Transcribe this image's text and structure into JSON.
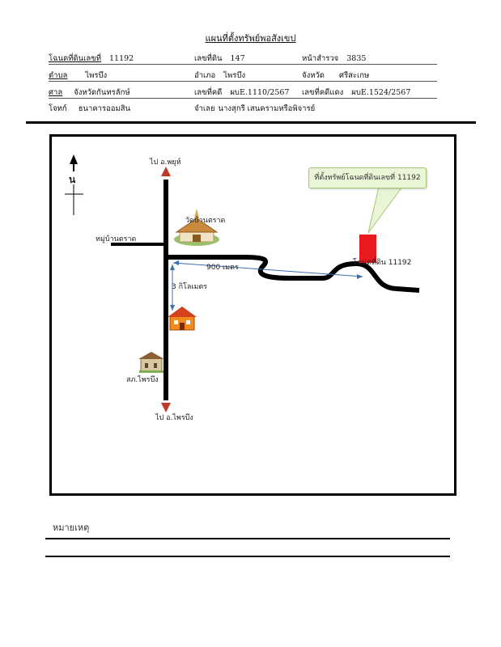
{
  "title": "แผนที่ตั้งทรัพย์พอสังเขป",
  "info": {
    "deed_label": "โฉนดที่ดินเลขที่",
    "deed_value": "11192",
    "land_no_label": "เลขที่ดิน",
    "land_no_value": "147",
    "survey_label": "หน้าสำรวจ",
    "survey_value": "3835",
    "subdistrict_label": "ตำบล",
    "subdistrict_value": "ไพรบึง",
    "district_label": "อำเภอ",
    "district_value": "ไพรบึง",
    "province_label": "จังหวัด",
    "province_value": "ศรีสะเกษ",
    "court_label": "ศาล",
    "court_value": "จังหวัดกันทรลักษ์",
    "black_case_label": "เลขที่คดี",
    "black_case_value": "ผบE.1110/2567",
    "red_case_label": "เลขที่คดีแดง",
    "red_case_value": "ผบE.1524/2567",
    "plaintiff_label": "โจทก์",
    "plaintiff_value": "ธนาคารออมสิน",
    "defendant_label": "จำเลย",
    "defendant_value": "นางสุกรี  เสนครามหรือพิจารย์"
  },
  "map": {
    "north_label": "น",
    "to_north_label": "ไป อ.พยุห์",
    "to_south_label": "ไป อ.ไพรบึง",
    "temple_label": "วัดบ้านตราด",
    "village_label": "หมู่บ้านตราด",
    "distance_road_label": "900 เมตร",
    "distance_3km_label": "3 กิโลเมตร",
    "police_label": "สภ.ไพรบึง",
    "parcel_label": "โฉนดที่ดิน 11192",
    "callout_label": "ที่ตั้งทรัพย์โฉนดที่ดินเลขที่ 11192",
    "colors": {
      "parcel": "#e8191f",
      "arrow_head": "#c0392b",
      "measure": "#3a6fb0",
      "callout_bg": "#eaf5d7"
    }
  },
  "notes": {
    "label": "หมายเหตุ"
  }
}
